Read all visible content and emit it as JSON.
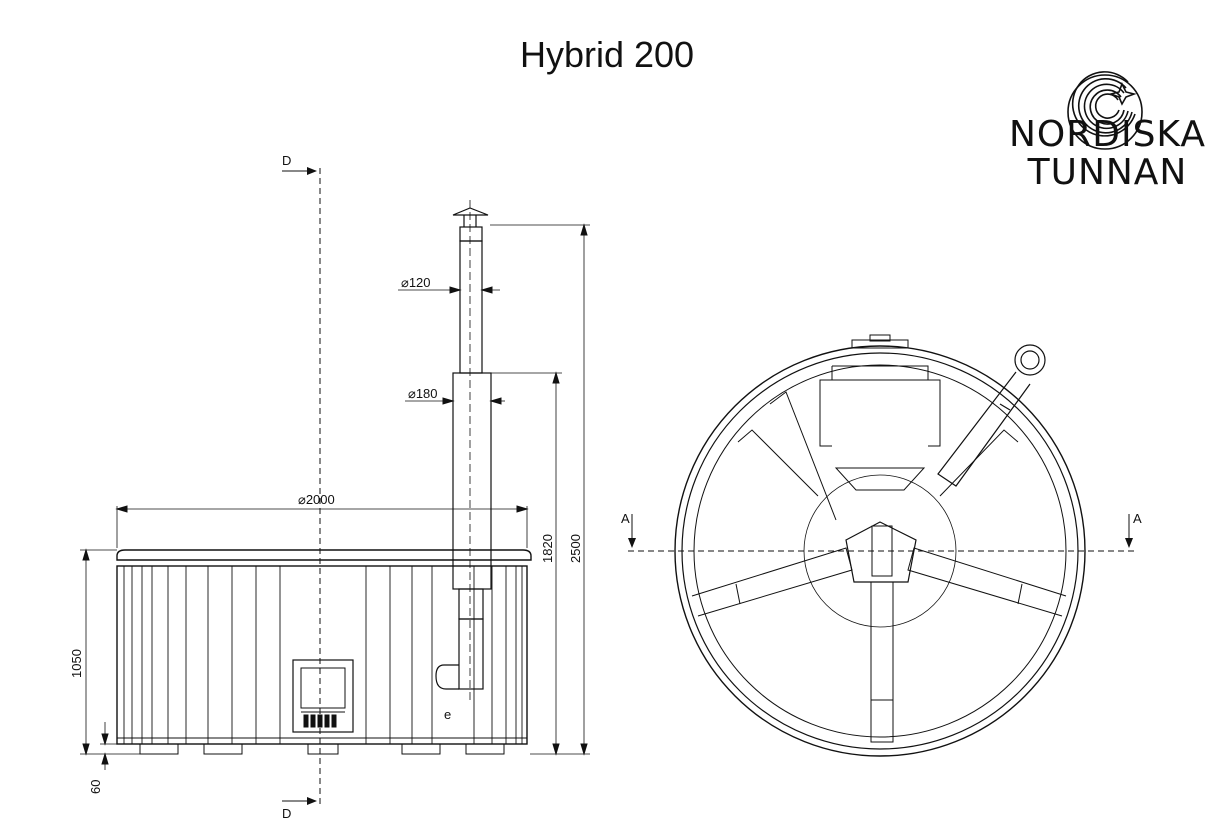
{
  "title": "Hybrid 200",
  "brand": {
    "line1": "NORDISKA",
    "line2": "TUNNAN"
  },
  "side_view": {
    "section_label_top": "D",
    "section_label_bottom": "D",
    "dim_chimney_top": "⌀120",
    "dim_chimney_bottom": "⌀180",
    "dim_tub_diameter": "⌀2000",
    "dim_total_height": "2500",
    "dim_chimney_height": "1820",
    "dim_tub_height": "1050",
    "dim_feet": "60",
    "stove_mark": "e"
  },
  "top_view": {
    "section_label_left": "A",
    "section_label_right": "A"
  },
  "colors": {
    "line": "#111111",
    "background": "#ffffff"
  }
}
